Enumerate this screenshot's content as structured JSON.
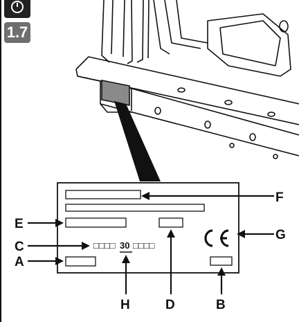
{
  "badge": {
    "icon": "clock-icon",
    "value": "1.7"
  },
  "plate": {
    "ce_mark": "CE",
    "serial_prefix": "□□□□",
    "serial_year": "30",
    "serial_suffix": "□□□□"
  },
  "callouts": {
    "A": "A",
    "B": "B",
    "C": "C",
    "D": "D",
    "E": "E",
    "F": "F",
    "G": "G",
    "H": "H"
  }
}
